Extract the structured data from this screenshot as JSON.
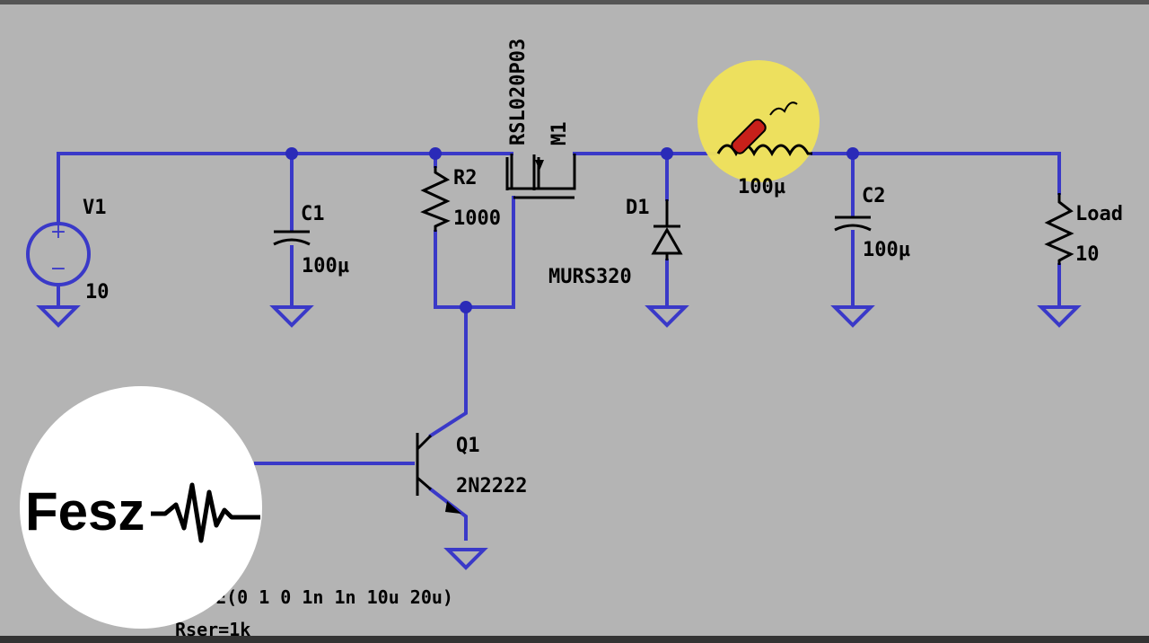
{
  "schematic": {
    "components": {
      "v1": {
        "name": "V1",
        "value": "10"
      },
      "c1": {
        "name": "C1",
        "value": "100µ"
      },
      "r2": {
        "name": "R2",
        "value": "1000"
      },
      "m1": {
        "name": "M1",
        "model": "RSL020P03"
      },
      "d1": {
        "name": "D1",
        "model": "MURS320"
      },
      "l1": {
        "value": "100µ"
      },
      "c2": {
        "name": "C2",
        "value": "100µ"
      },
      "load": {
        "name": "Load",
        "value": "10"
      },
      "q1": {
        "name": "Q1",
        "model": "2N2222"
      }
    },
    "source_spec": {
      "pulse": "SE(0 1 0 1n 1n 10u 20u)",
      "rser": "Rser=1k"
    },
    "colors": {
      "background": "#b4b4b4",
      "wire": "#3a39c8",
      "highlight": "#f0e35a",
      "probe": "#c8201a"
    }
  },
  "logo": {
    "text": "Fesz",
    "icon": "waveform-icon"
  }
}
